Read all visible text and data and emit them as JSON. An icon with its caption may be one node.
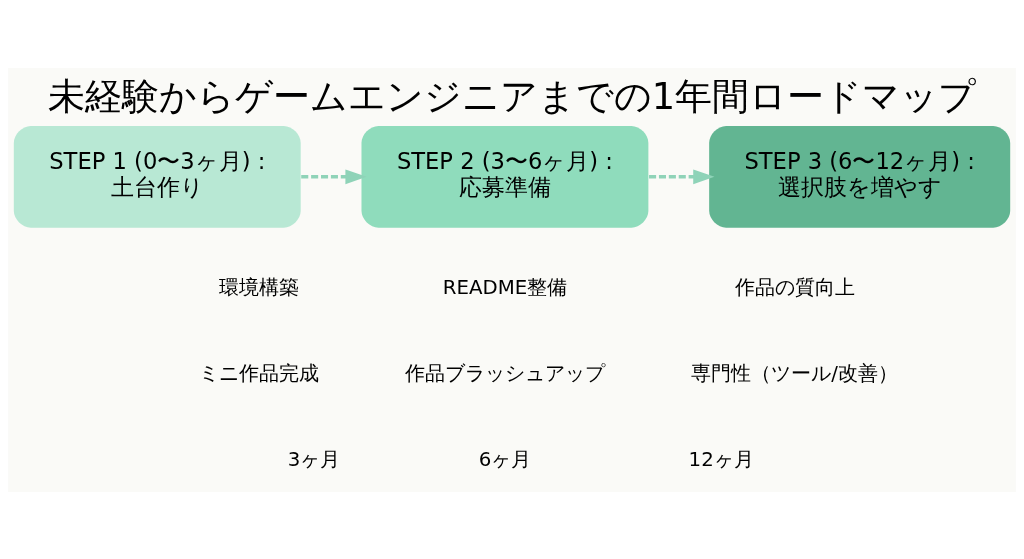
{
  "diagram": {
    "title": "未経験からゲームエンジニアまでの1年間ロードマップ",
    "nodes": [
      {
        "text": [
          "STEP 1 (0〜3ヶ月) :",
          "土台作り"
        ]
      },
      {
        "text": [
          "STEP 2 (3〜6ヶ月) :",
          "応募準備"
        ]
      },
      {
        "text": [
          "STEP 3 (6〜12ヶ月) :",
          "選択肢を増やす"
        ]
      }
    ],
    "edges": [
      {
        "from": 0,
        "to": 1,
        "arrow": "to",
        "style": "dashed"
      },
      {
        "from": 1,
        "to": 2,
        "arrow": "to",
        "style": "dashed"
      }
    ],
    "labels": [
      "環境構築",
      "README整備",
      "作品の質向上",
      "ミニ作品完成",
      "作品ブラッシュアップ",
      "専門性（ツール/改善）",
      "3ヶ月",
      "6ヶ月",
      "12ヶ月"
    ]
  }
}
